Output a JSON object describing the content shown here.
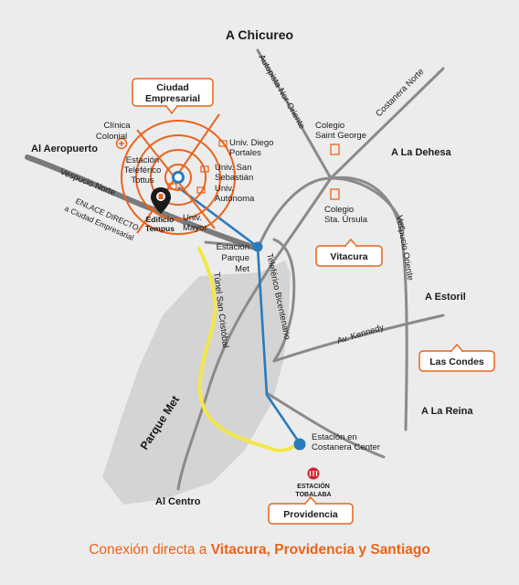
{
  "colors": {
    "background": "#ececec",
    "road": "#8a8a8a",
    "park": "#d4d4d4",
    "tunnel": "#f2e64a",
    "cable_car": "#2a7bbd",
    "accent": "#e8641c"
  },
  "directions": {
    "chicureo": "A Chicureo",
    "la_dehesa": "A La Dehesa",
    "estoril": "A Estoril",
    "la_reina": "A La Reina",
    "centro": "Al Centro",
    "aeropuerto": "Al Aeropuerto"
  },
  "roads": {
    "autopista": "Autopista Nor-Oriente",
    "costanera_norte": "Costanera Norte",
    "vespucio_norte": "Vespucio Norte",
    "enlace_line1": "ENLACE DIRECTO",
    "enlace_line2": "a Ciudad Empresarial",
    "vespucio_oriente": "Vespucio Oriente",
    "kennedy": "Av. Kennedy",
    "tunel": "Túnel San Cristóbal",
    "teleferico": "Teleférico Bicentenario"
  },
  "areas": {
    "ciudad_line1": "Ciudad",
    "ciudad_line2": "Empresarial",
    "vitacura": "Vitacura",
    "las_condes": "Las Condes",
    "providencia": "Providencia",
    "parque_met": "Parque Met"
  },
  "places": {
    "clinica_line1": "Clínica",
    "clinica_line2": "Colonial",
    "estacion_tel_line1": "Estación",
    "estacion_tel_line2": "Teleférico",
    "tottus": "Tottus",
    "udp_line1": "Univ. Diego",
    "udp_line2": "Portales",
    "uss_line1": "Univ. San",
    "uss_line2": "Sebastián",
    "ua_line1": "Univ.",
    "ua_line2": "Autónoma",
    "um_line1": "Univ.",
    "um_line2": "Mayor",
    "edificio_line1": "Edificio",
    "edificio_line2": "Tempus",
    "estacion_pm_line1": "Estación",
    "estacion_pm_line2": "Parque",
    "estacion_pm_line3": "Met",
    "colegio_sg_line1": "Colegio",
    "colegio_sg_line2": "Saint George",
    "colegio_su_line1": "Colegio",
    "colegio_su_line2": "Sta. Úrsula",
    "estacion_cc_line1": "Estación en",
    "estacion_cc_line2": "Costanera Center",
    "tobalaba_line1": "ESTACIÓN",
    "tobalaba_line2": "TOBALABA"
  },
  "caption": {
    "prefix": "Conexión directa a ",
    "emphasis": "Vitacura, Providencia y Santiago"
  }
}
